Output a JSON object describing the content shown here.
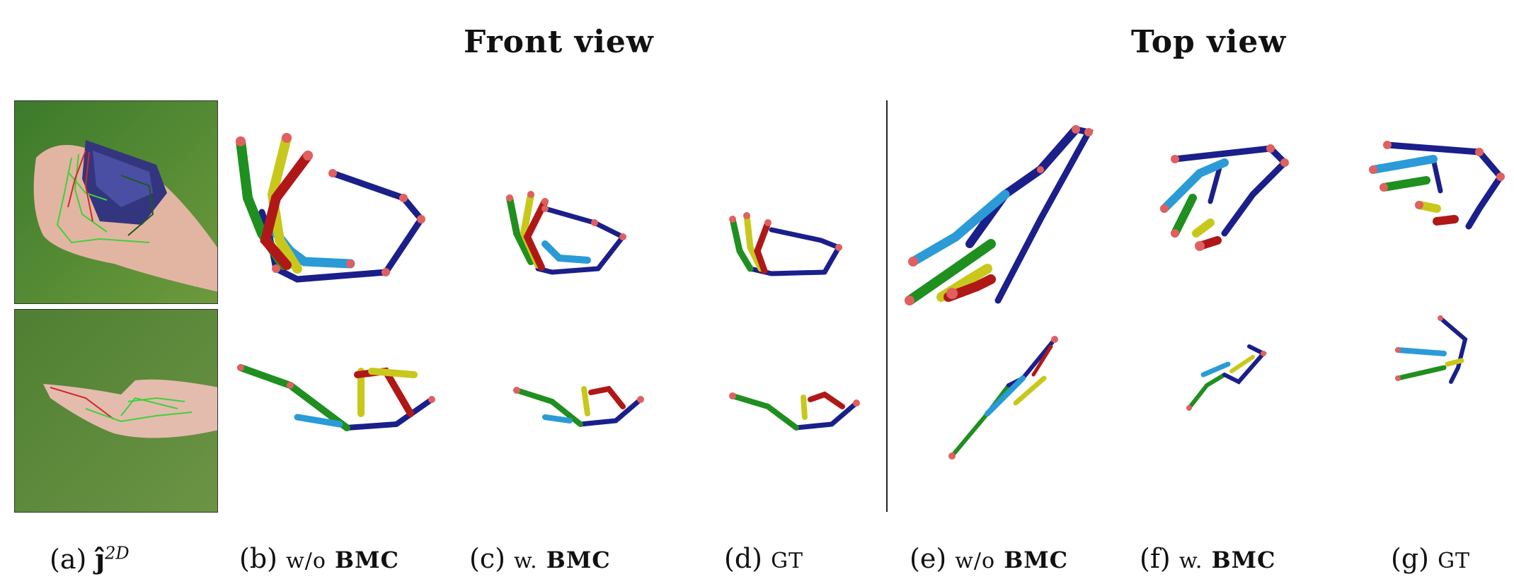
{
  "headings": {
    "front": "Front view",
    "top": "Top view"
  },
  "captions": [
    {
      "tag": "(a)",
      "pre": "",
      "emph": "",
      "math": "ĵ",
      "sup": "2D"
    },
    {
      "tag": "(b)",
      "pre": "w/o",
      "emph": "BMC"
    },
    {
      "tag": "(c)",
      "pre": "w.",
      "emph": "BMC"
    },
    {
      "tag": "(d)",
      "pre": "GT",
      "emph": ""
    },
    {
      "tag": "(e)",
      "pre": "w/o",
      "emph": "BMC"
    },
    {
      "tag": "(f)",
      "pre": "w.",
      "emph": "BMC"
    },
    {
      "tag": "(g)",
      "pre": "GT",
      "emph": ""
    }
  ],
  "colors": {
    "palm": "#1a1f8a",
    "thumb": "#2a9bd6",
    "index": "#1f8f1f",
    "middle": "#c8c81c",
    "ring": "#b01818",
    "joint": "#e06060",
    "green_bg": "#5b8a3a",
    "skin": "#e3b9a6",
    "pred2d_green": "#3cd23c",
    "pred2d_red": "#d02828"
  }
}
